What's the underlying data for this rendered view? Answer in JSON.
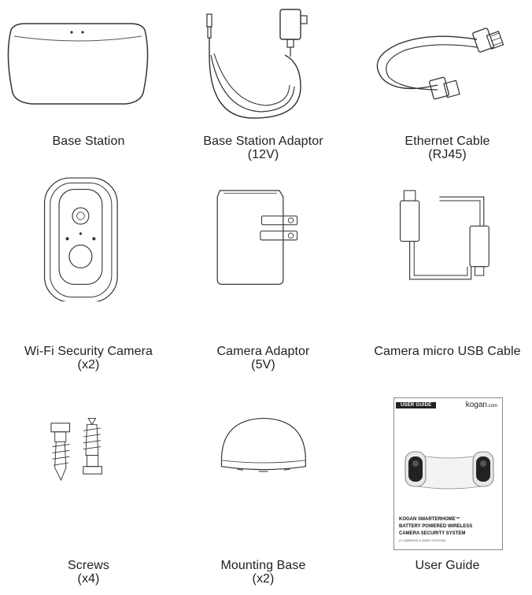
{
  "items": [
    {
      "name": "Base Station",
      "sub": ""
    },
    {
      "name": "Base Station Adaptor",
      "sub": "(12V)"
    },
    {
      "name": "Ethernet Cable",
      "sub": "(RJ45)"
    },
    {
      "name": "Wi-Fi Security Camera",
      "sub": "(x2)"
    },
    {
      "name": "Camera Adaptor",
      "sub": "(5V)"
    },
    {
      "name": "Camera micro USB Cable",
      "sub": ""
    },
    {
      "name": "Screws",
      "sub": "(x4)"
    },
    {
      "name": "Mounting Base",
      "sub": "(x2)"
    },
    {
      "name": "User Guide",
      "sub": ""
    }
  ],
  "guide_cover": {
    "badge": "USER GUIDE",
    "brand": "kogan",
    "brand_suffix": ".com",
    "title_line1": "KOGAN SMARTERHOME™",
    "title_line2": "BATTERY POWERED WIRELESS",
    "title_line3": "CAMERA SECURITY SYSTEM",
    "subtitle": "(2 CAMERAS & BASE STATION)"
  }
}
